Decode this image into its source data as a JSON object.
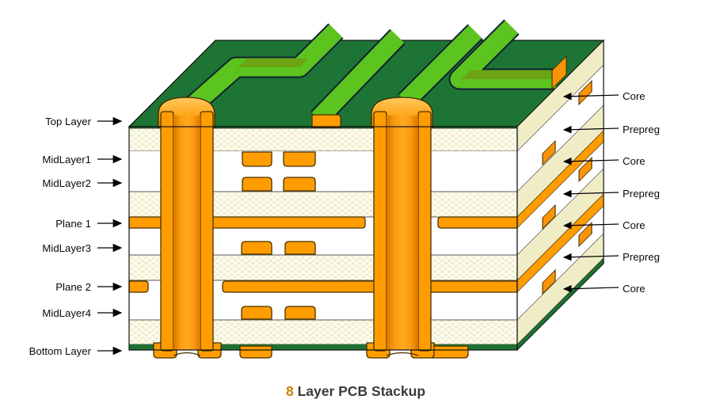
{
  "title": {
    "prefix": "8",
    "text": " Layer PCB Stackup"
  },
  "left_labels": [
    {
      "text": "Top Layer"
    },
    {
      "text": "MidLayer1"
    },
    {
      "text": "MidLayer2"
    },
    {
      "text": "Plane 1"
    },
    {
      "text": "MidLayer3"
    },
    {
      "text": "Plane 2"
    },
    {
      "text": "MidLayer4"
    },
    {
      "text": "Bottom Layer"
    }
  ],
  "right_labels": [
    {
      "text": "Core"
    },
    {
      "text": "Prepreg"
    },
    {
      "text": "Core"
    },
    {
      "text": "Prepreg"
    },
    {
      "text": "Core"
    },
    {
      "text": "Prepreg"
    },
    {
      "text": "Core"
    }
  ],
  "colors": {
    "soldermask_dark_green": "#1e7434",
    "trace_light_green": "#5cc41e",
    "trace_top_olive": "#6da414",
    "copper_orange": "#ff9d00",
    "copper_outline": "#4a3000",
    "core_cream": "#f2efc8",
    "prepreg_white": "#ffffff",
    "outline_black": "#111111"
  }
}
